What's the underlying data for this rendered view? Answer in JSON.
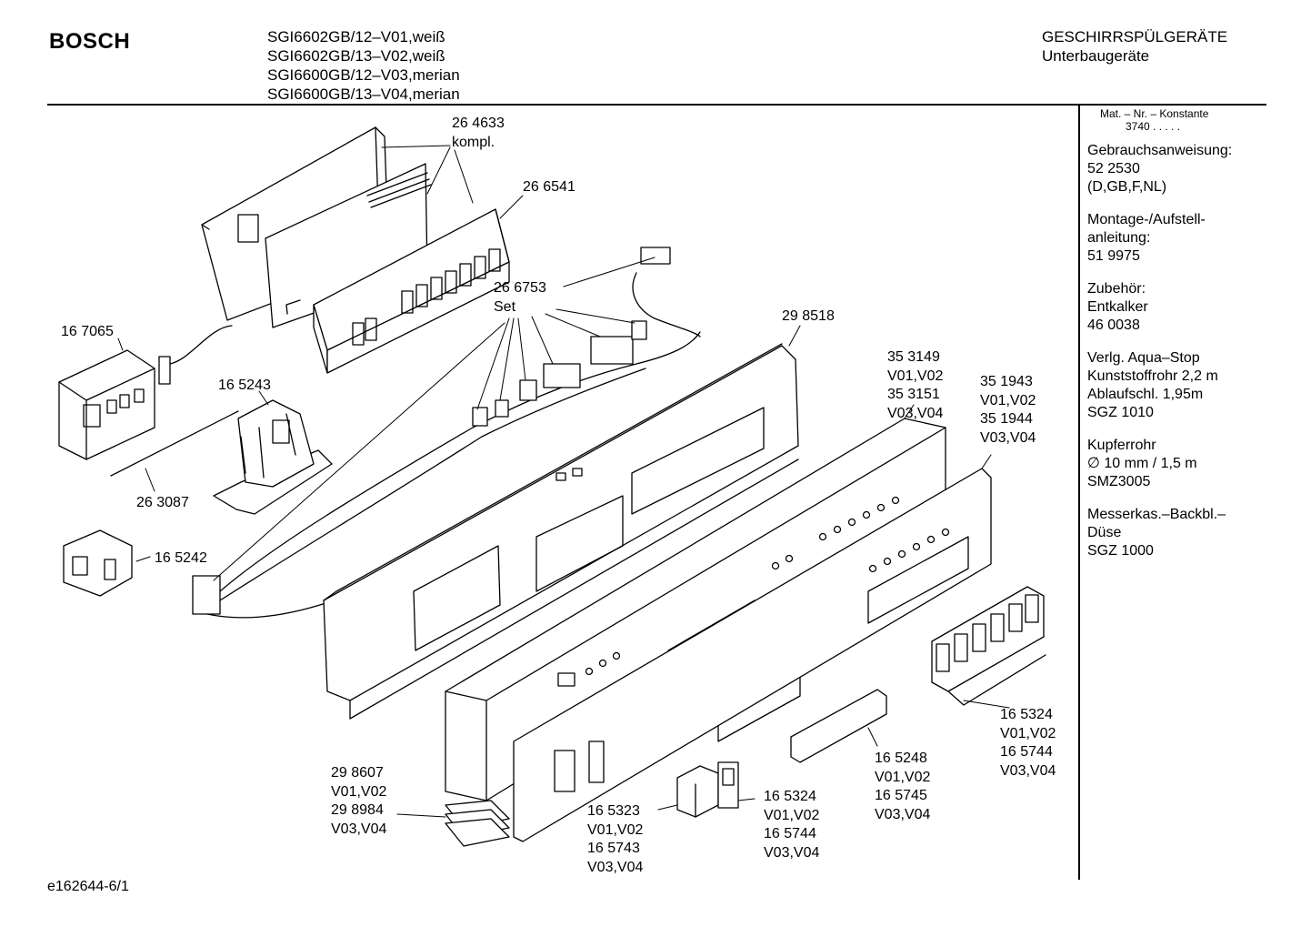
{
  "header": {
    "brand": "BOSCH",
    "models": [
      "SGI6602GB/12–V01,weiß",
      "SGI6602GB/13–V02,weiß",
      "SGI6600GB/12–V03,merian",
      "SGI6600GB/13–V04,merian"
    ],
    "category": [
      "GESCHIRRSPÜLGERÄTE",
      "Unterbaugeräte"
    ]
  },
  "sidebar": {
    "mat_header": "Mat. – Nr. – Konstante",
    "mat_value": "3740  .  .  .  .  .",
    "blocks": [
      [
        "Gebrauchsanweisung:",
        "52 2530",
        "(D,GB,F,NL)"
      ],
      [
        "Montage-/Aufstell-",
        "anleitung:",
        "51 9975"
      ],
      [
        "Zubehör:",
        "Entkalker",
        "46 0038"
      ],
      [
        "Verlg. Aqua–Stop",
        "Kunststoffrohr 2,2 m",
        "Ablaufschl. 1,95m",
        "SGZ 1010"
      ],
      [
        "Kupferrohr",
        "∅ 10 mm / 1,5 m",
        "SMZ3005"
      ],
      [
        "Messerkas.–Backbl.–",
        "Düse",
        "SGZ 1000"
      ]
    ]
  },
  "part_labels": {
    "p264633": [
      "26 4633",
      "kompl."
    ],
    "p266541": [
      "26 6541"
    ],
    "p266753": [
      "26 6753",
      "Set"
    ],
    "p167065": [
      "16 7065"
    ],
    "p298518": [
      "29 8518"
    ],
    "p353149": [
      "35 3149",
      "V01,V02",
      "35 3151",
      "V03,V04"
    ],
    "p351943": [
      "35 1943",
      "V01,V02",
      "35 1944",
      "V03,V04"
    ],
    "p165243": [
      "16 5243"
    ],
    "p263087": [
      "26 3087"
    ],
    "p165242": [
      "16 5242"
    ],
    "p165324_right": [
      "16 5324",
      "V01,V02",
      "16 5744",
      "V03,V04"
    ],
    "p165248": [
      "16 5248",
      "V01,V02",
      "16 5745",
      "V03,V04"
    ],
    "p298607": [
      "29 8607",
      "V01,V02",
      "29 8984",
      "V03,V04"
    ],
    "p165323": [
      "16 5323",
      "V01,V02",
      "16 5743",
      "V03,V04"
    ],
    "p165324_mid": [
      "16 5324",
      "V01,V02",
      "16 5744",
      "V03,V04"
    ]
  },
  "footer": {
    "drawing_id": "e162644-6/1"
  }
}
